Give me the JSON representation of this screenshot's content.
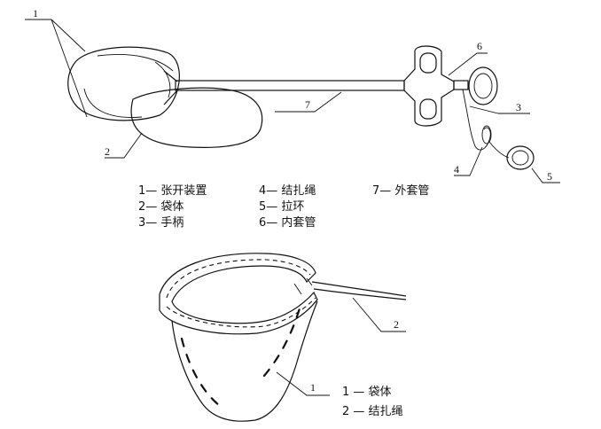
{
  "diagram1": {
    "callouts": [
      "1",
      "2",
      "3",
      "4",
      "5",
      "6",
      "7"
    ],
    "legend": {
      "col1": [
        {
          "num": "1",
          "label": "— 张开装置"
        },
        {
          "num": "2",
          "label": "— 袋体"
        },
        {
          "num": "3",
          "label": "— 手柄"
        }
      ],
      "col2": [
        {
          "num": "4",
          "label": "— 结扎绳"
        },
        {
          "num": "5",
          "label": "— 拉环"
        },
        {
          "num": "6",
          "label": "— 内套管"
        }
      ],
      "col3": [
        {
          "num": "7",
          "label": "— 外套管"
        }
      ]
    }
  },
  "diagram2": {
    "callouts": [
      "1",
      "2"
    ],
    "legend": [
      {
        "num": "1",
        "label": "— 袋体"
      },
      {
        "num": "2",
        "label": "— 结扎绳"
      }
    ]
  },
  "colors": {
    "line": "#111111",
    "background": "#ffffff"
  }
}
